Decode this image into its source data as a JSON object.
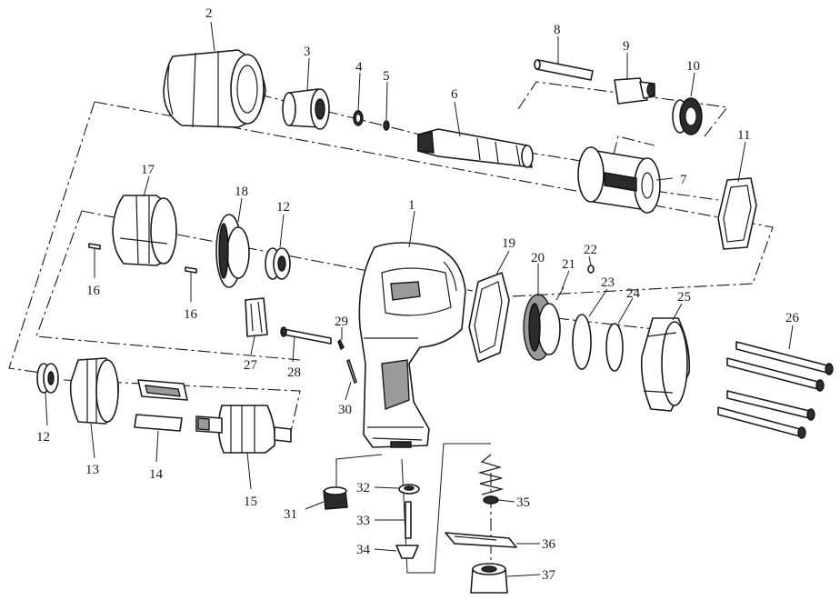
{
  "callouts": [
    {
      "id": "1",
      "label": "1"
    },
    {
      "id": "2",
      "label": "2"
    },
    {
      "id": "3",
      "label": "3"
    },
    {
      "id": "4",
      "label": "4"
    },
    {
      "id": "5",
      "label": "5"
    },
    {
      "id": "6",
      "label": "6"
    },
    {
      "id": "7",
      "label": "7"
    },
    {
      "id": "8",
      "label": "8"
    },
    {
      "id": "9",
      "label": "9"
    },
    {
      "id": "10",
      "label": "10"
    },
    {
      "id": "11",
      "label": "11"
    },
    {
      "id": "12a",
      "label": "12"
    },
    {
      "id": "12b",
      "label": "12"
    },
    {
      "id": "13",
      "label": "13"
    },
    {
      "id": "14",
      "label": "14"
    },
    {
      "id": "15",
      "label": "15"
    },
    {
      "id": "16a",
      "label": "16"
    },
    {
      "id": "16b",
      "label": "16"
    },
    {
      "id": "17",
      "label": "17"
    },
    {
      "id": "18",
      "label": "18"
    },
    {
      "id": "19",
      "label": "19"
    },
    {
      "id": "20",
      "label": "20"
    },
    {
      "id": "21",
      "label": "21"
    },
    {
      "id": "22",
      "label": "22"
    },
    {
      "id": "23",
      "label": "23"
    },
    {
      "id": "24",
      "label": "24"
    },
    {
      "id": "25",
      "label": "25"
    },
    {
      "id": "26",
      "label": "26"
    },
    {
      "id": "27",
      "label": "27"
    },
    {
      "id": "28",
      "label": "28"
    },
    {
      "id": "29",
      "label": "29"
    },
    {
      "id": "30",
      "label": "30"
    },
    {
      "id": "31",
      "label": "31"
    },
    {
      "id": "32",
      "label": "32"
    },
    {
      "id": "33",
      "label": "33"
    },
    {
      "id": "34",
      "label": "34"
    },
    {
      "id": "35",
      "label": "35"
    },
    {
      "id": "36",
      "label": "36"
    },
    {
      "id": "37",
      "label": "37"
    }
  ]
}
